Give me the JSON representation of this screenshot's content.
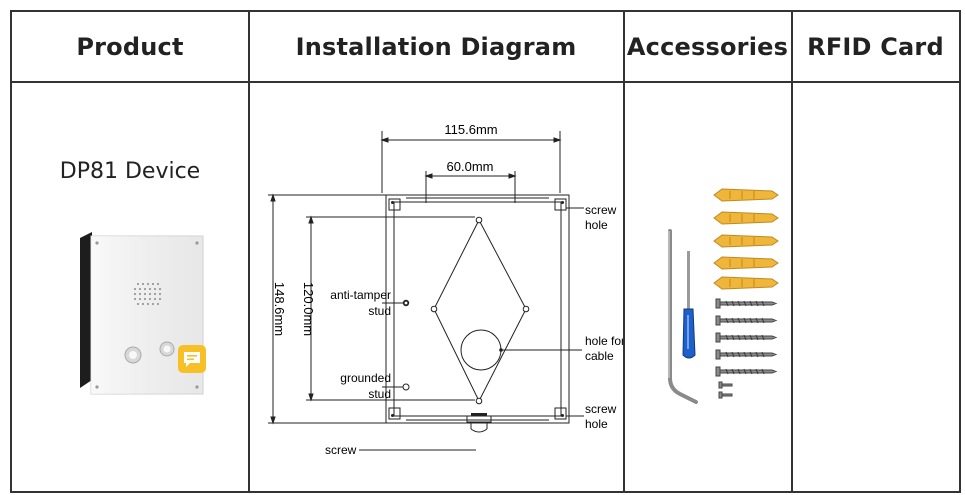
{
  "headers": {
    "product": "Product",
    "installation": "Installation Diagram",
    "accessories": "Accessories",
    "rfid": "RFID Card"
  },
  "product": {
    "name": "DP81 Device"
  },
  "diagram": {
    "width_total": "115.6mm",
    "width_inner": "60.0mm",
    "height_total": "148.6mm",
    "height_inner": "120.0mm",
    "screw_hole_top_1": "screw",
    "screw_hole_top_2": "hole",
    "screw_hole_bottom_1": "screw",
    "screw_hole_bottom_2": "hole",
    "anti_tamper_1": "anti-tamper",
    "anti_tamper_2": "stud",
    "grounded_1": "grounded",
    "grounded_2": "stud",
    "cable_hole_1": "hole for",
    "cable_hole_2": "cable",
    "screw": "screw"
  },
  "colors": {
    "border": "#333333",
    "anchor": "#f0b63a",
    "screwdriver": "#1f5fc8",
    "panel": "#e9e9e9",
    "badge": "#f6c026"
  }
}
